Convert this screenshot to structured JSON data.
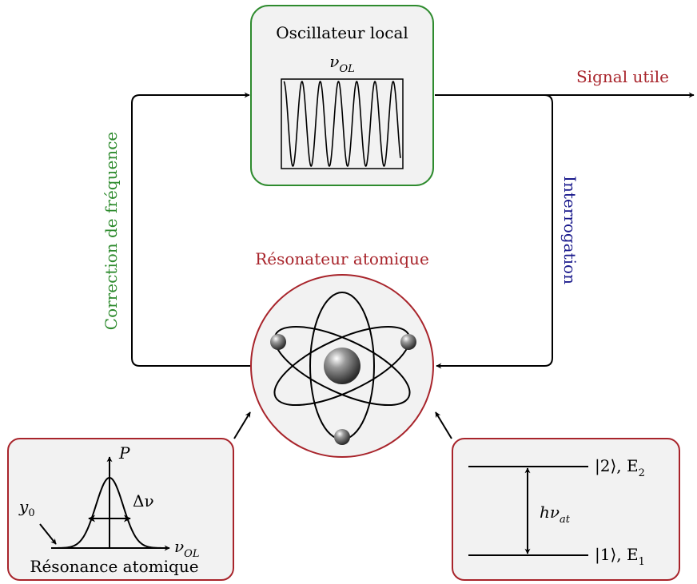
{
  "colors": {
    "green": "#2e8b2e",
    "red": "#a8242b",
    "blue": "#1a1a8c",
    "box_fill": "#f2f2f2",
    "wire": "#000000"
  },
  "oscillator": {
    "title": "Oscillateur local",
    "nu_symbol": "ν",
    "nu_subscript": "OL",
    "icon": "sine-wave-icon"
  },
  "output": {
    "label": "Signal utile"
  },
  "loop": {
    "left_label": "Correction de fréquence",
    "right_label": "Interrogation"
  },
  "resonator": {
    "title": "Résonateur atomique",
    "icon": "atom-icon"
  },
  "resonance_box": {
    "caption": "Résonance atomique",
    "y_axis_label": "P",
    "x_axis_symbol": "ν",
    "x_axis_subscript": "OL",
    "offset_symbol": "y",
    "offset_subscript": "0",
    "width_label": "Δν"
  },
  "levels_box": {
    "upper_ket": "|2⟩, E",
    "upper_sub": "2",
    "lower_ket": "|1⟩, E",
    "lower_sub": "1",
    "transition_h": "hν",
    "transition_sub": "at"
  }
}
